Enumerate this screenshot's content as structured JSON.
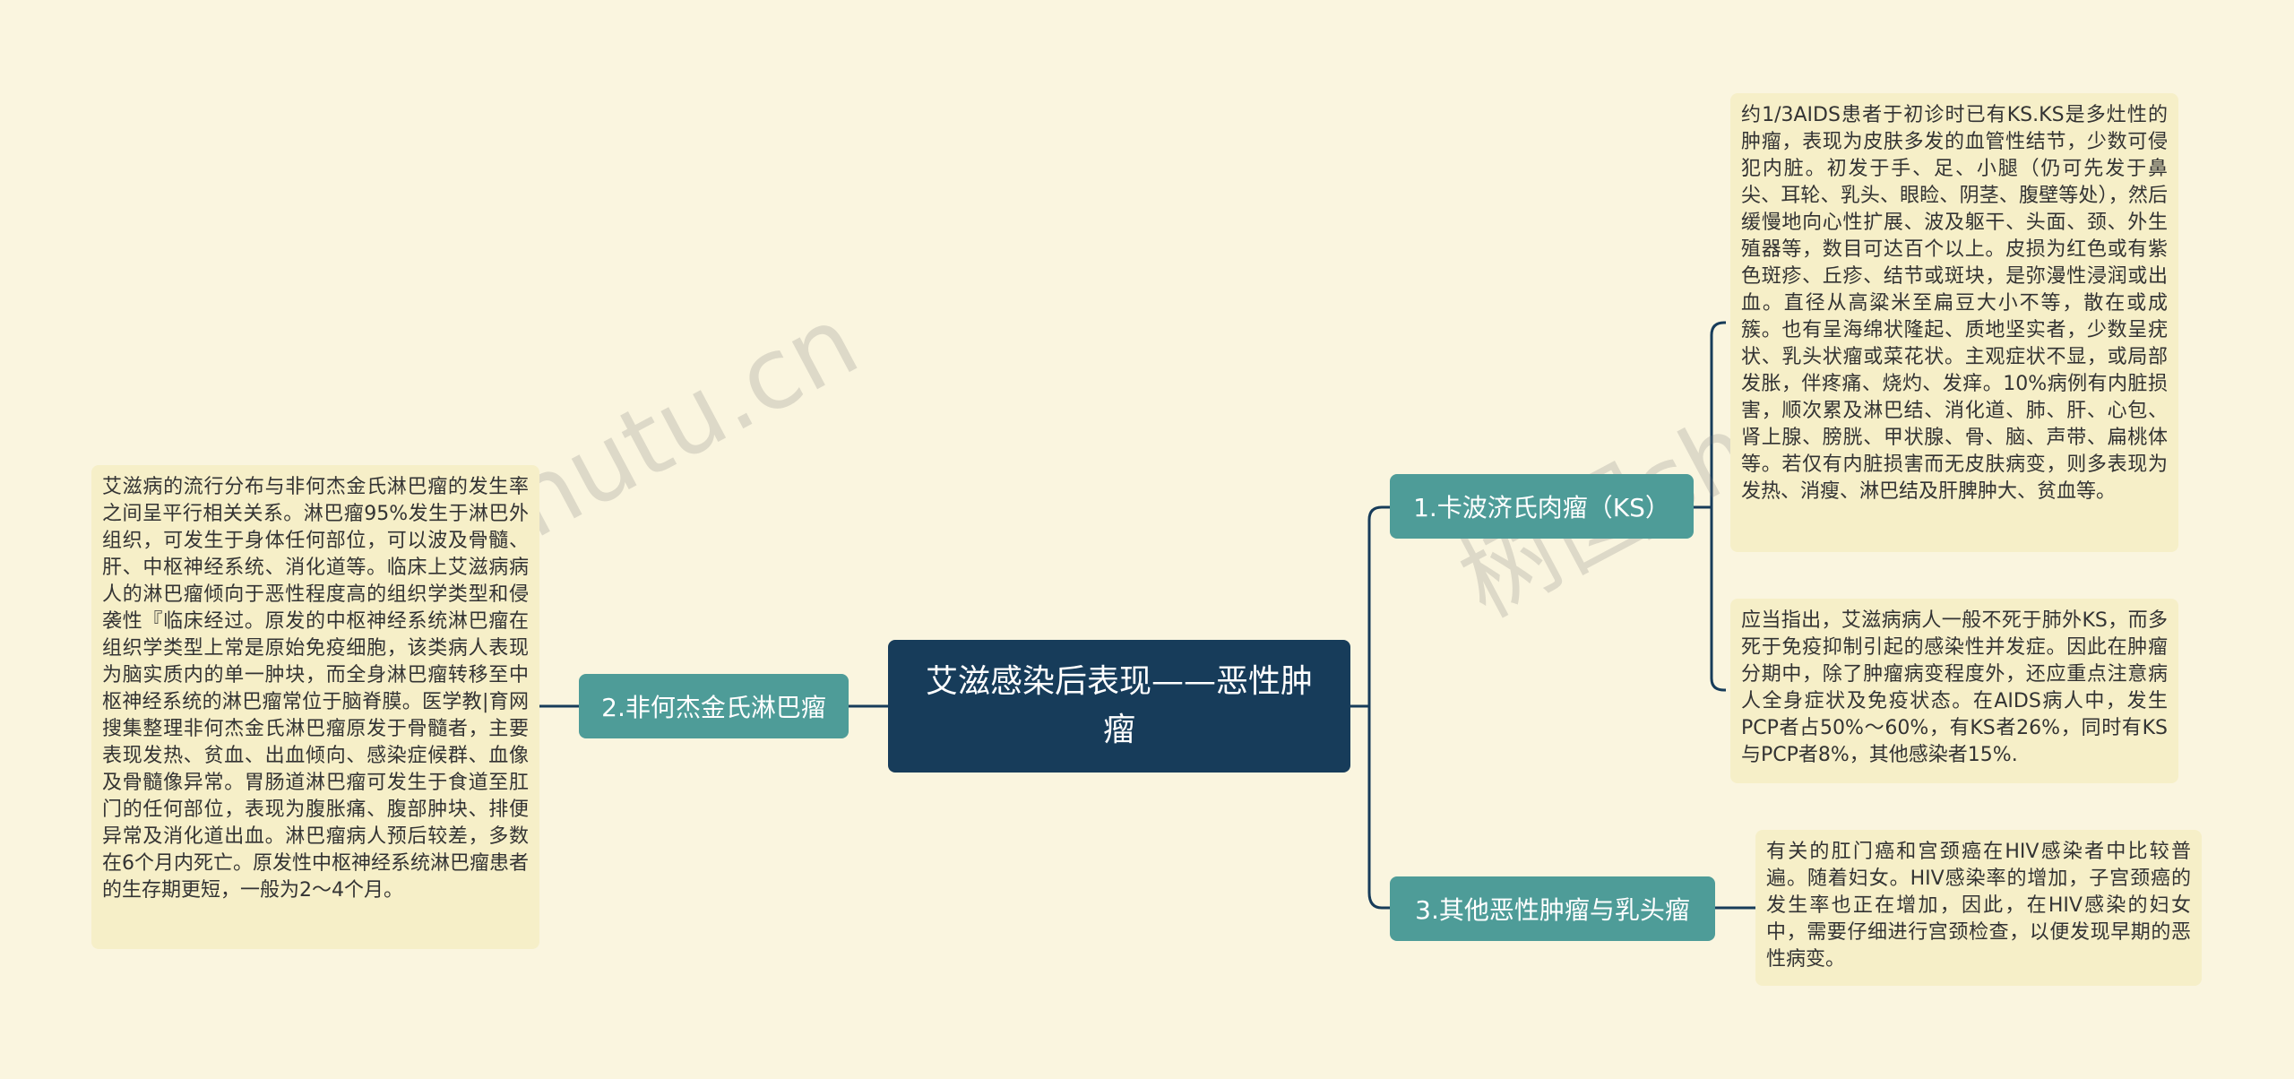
{
  "root": {
    "label": "艾滋感染后表现——恶性肿瘤"
  },
  "branches": [
    {
      "label": "1.卡波济氏肉瘤（KS）",
      "leaves": [
        "约1/3AIDS患者于初诊时已有KS.KS是多灶性的肿瘤，表现为皮肤多发的血管性结节，少数可侵犯内脏。初发于手、足、小腿（仍可先发于鼻尖、耳轮、乳头、眼睑、阴茎、腹壁等处），然后缓慢地向心性扩展、波及躯干、头面、颈、外生殖器等，数目可达百个以上。皮损为红色或有紫色斑疹、丘疹、结节或斑块，是弥漫性浸润或出血。直径从高粱米至扁豆大小不等，散在或成簇。也有呈海绵状隆起、质地坚实者，少数呈疣状、乳头状瘤或菜花状。主观症状不显，或局部发胀，伴疼痛、烧灼、发痒。10%病例有内脏损害，顺次累及淋巴结、消化道、肺、肝、心包、肾上腺、膀胱、甲状腺、骨、脑、声带、扁桃体等。若仅有内脏损害而无皮肤病变，则多表现为发热、消瘦、淋巴结及肝脾肿大、贫血等。",
        "应当指出，艾滋病病人一般不死于肺外KS，而多死于免疫抑制引起的感染性并发症。因此在肿瘤分期中，除了肿瘤病变程度外，还应重点注意病人全身症状及免疫状态。在AIDS病人中，发生PCP者占50%～60%，有KS者26%，同时有KS与PCP者8%，其他感染者15%."
      ]
    },
    {
      "label": "2.非何杰金氏淋巴瘤",
      "leaves": [
        "艾滋病的流行分布与非何杰金氏淋巴瘤的发生率之间呈平行相关关系。淋巴瘤95%发生于淋巴外组织，可发生于身体任何部位，可以波及骨髓、肝、中枢神经系统、消化道等。临床上艾滋病病人的淋巴瘤倾向于恶性程度高的组织学类型和侵袭性『临床经过。原发的中枢神经系统淋巴瘤在组织学类型上常是原始免疫细胞，该类病人表现为脑实质内的单一肿块，而全身淋巴瘤转移至中枢神经系统的淋巴瘤常位于脑脊膜。医学教|育网搜集整理非何杰金氏淋巴瘤原发于骨髓者，主要表现发热、贫血、出血倾向、感染症候群、血像及骨髓像异常。胃肠道淋巴瘤可发生于食道至肛门的任何部位，表现为腹胀痛、腹部肿块、排便异常及消化道出血。淋巴瘤病人预后较差，多数在6个月内死亡。原发性中枢神经系统淋巴瘤患者的生存期更短，一般为2～4个月。"
      ]
    },
    {
      "label": "3.其他恶性肿瘤与乳头瘤",
      "leaves": [
        "有关的肛门癌和宫颈癌在HIV感染者中比较普遍。随着妇女。HIV感染率的增加，子宫颈癌的发生率也正在增加，因此，在HIV感染的妇女中，需要仔细进行宫颈检查，以便发现早期的恶性病变。"
      ]
    }
  ],
  "watermarks": [
    "shutu.cn",
    "树图shu"
  ],
  "colors": {
    "background": "#faf5df",
    "root": "#173c5a",
    "branch": "#4e9c98",
    "leaf": "#f6efc8",
    "line": "#173c5a"
  }
}
